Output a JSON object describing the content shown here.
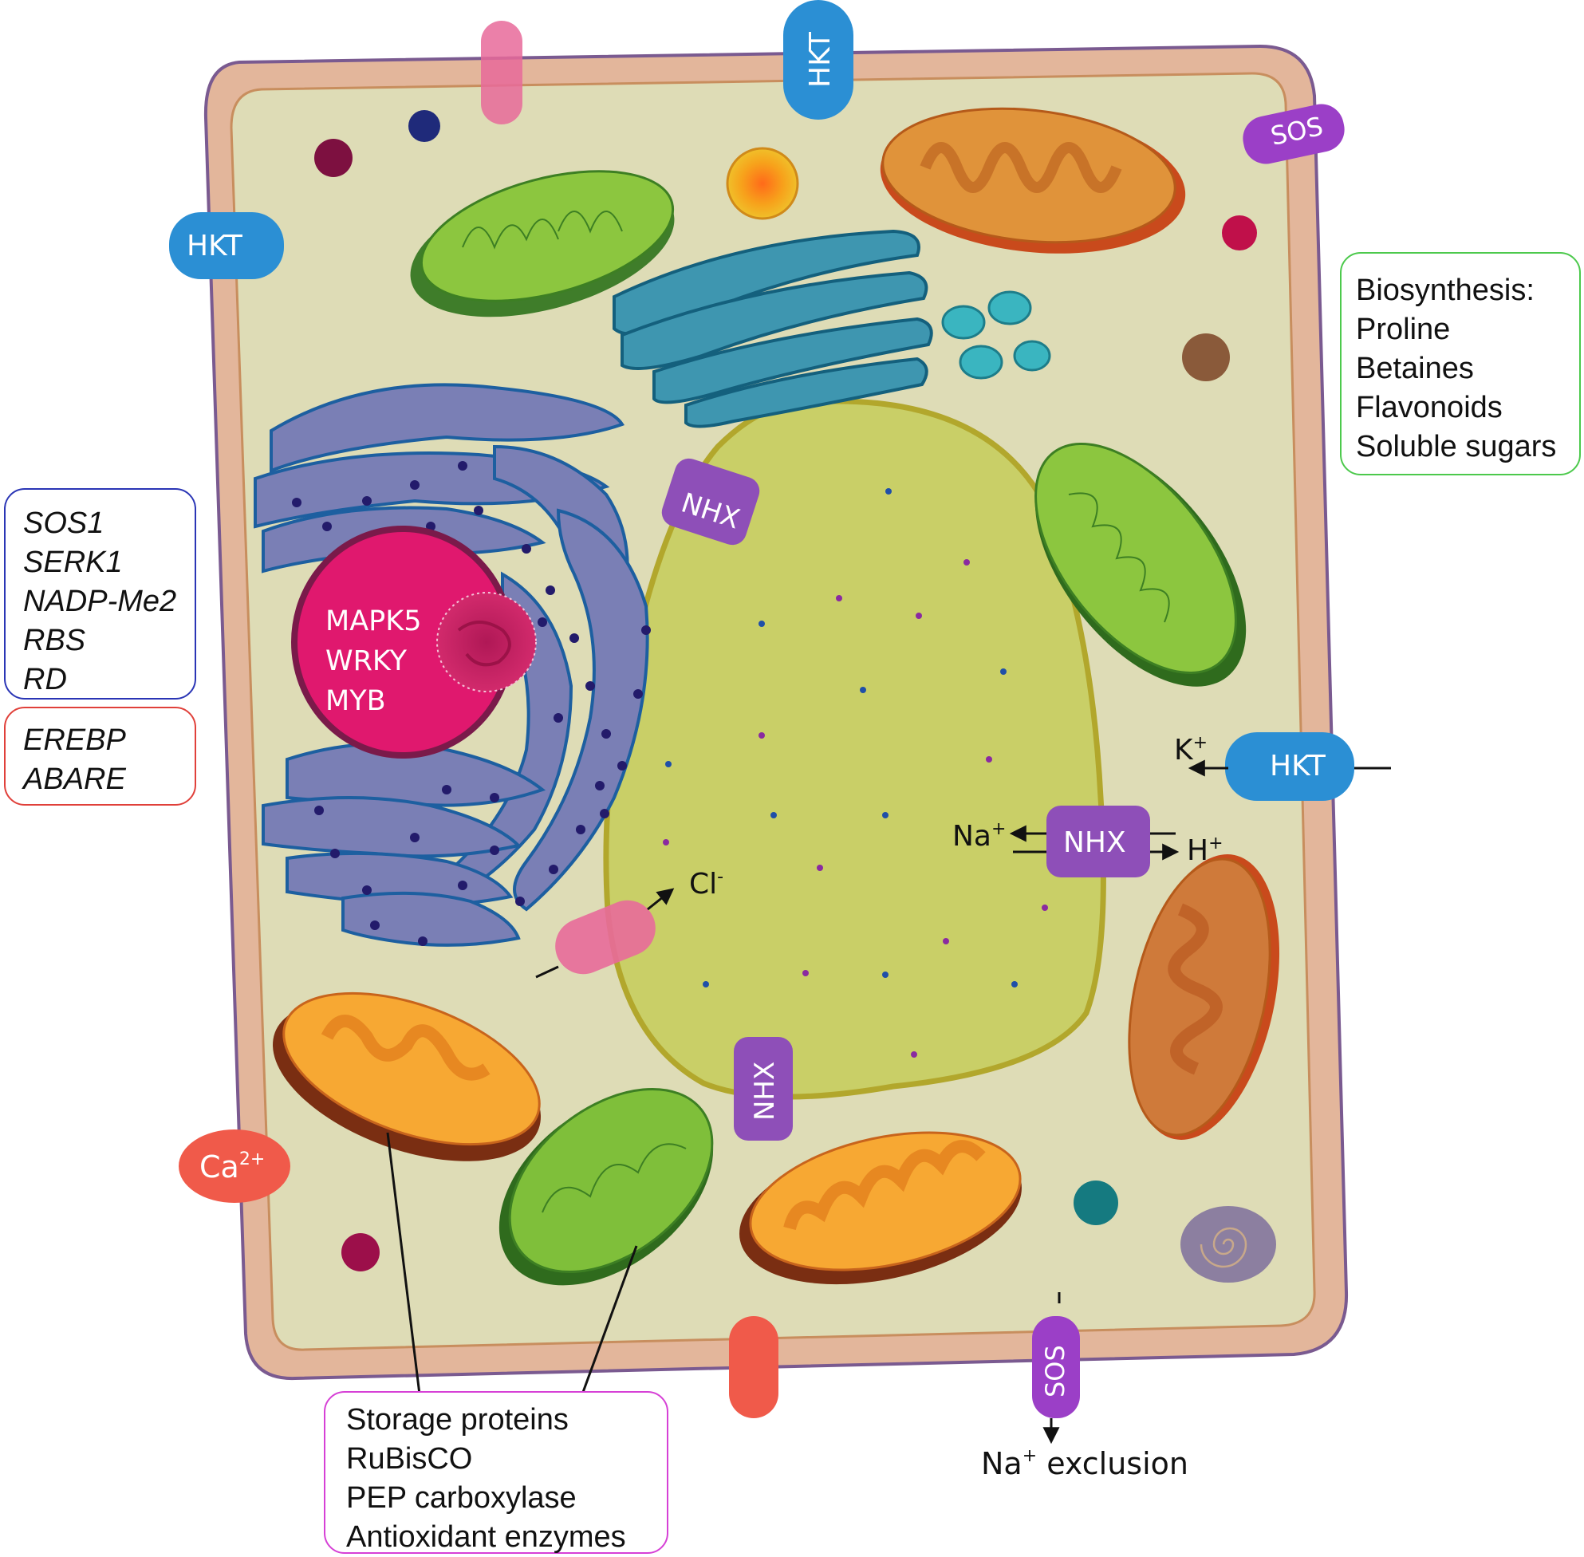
{
  "colors": {
    "cell_wall": "#e3b69b",
    "cytoplasm": "#dedcb6",
    "vacuole": "#c9cf67",
    "nucleus": "#e0186e",
    "er": "#7a7fb5",
    "golgi": "#3e96b0",
    "chloroplast": "#8cc63f",
    "mitochondrion": "#f7a833",
    "hkt": "#2b8fd4",
    "nhx": "#8e4fb8",
    "sos": "#9b3fc7",
    "ca_channel": "#f05a4a",
    "cl_channel": "#e86a9a"
  },
  "boxes": {
    "gene_list_blue": {
      "border_color": "#2a35b5",
      "items": [
        "SOS1",
        "SERK1",
        "NADP-Me2",
        "RBS",
        "RD"
      ]
    },
    "gene_list_red": {
      "border_color": "#e0403a",
      "items": [
        "EREBP",
        "ABARE"
      ]
    },
    "biosynthesis": {
      "border_color": "#4cc94c",
      "items": [
        "Biosynthesis:",
        "Proline",
        "Betaines",
        "Flavonoids",
        "Soluble sugars"
      ]
    },
    "proteins": {
      "border_color": "#d640d6",
      "items": [
        "Storage proteins",
        "RuBisCO",
        "PEP carboxylase",
        "Antioxidant enzymes"
      ]
    }
  },
  "nucleus_labels": [
    "MAPK5",
    "WRKY",
    "MYB"
  ],
  "transporters": {
    "hkt_top": "HKT",
    "hkt_left": "HKT",
    "hkt_right": "HKT",
    "sos_top": "SOS",
    "sos_bottom": "SOS",
    "nhx_upper": "NHX",
    "nhx_center": "NHX",
    "nhx_lower": "NHX",
    "ca_channel": {
      "base": "Ca",
      "sup": "2+"
    }
  },
  "ions": {
    "k": {
      "base": "K",
      "sup": "+"
    },
    "na_center": {
      "base": "Na",
      "sup": "+"
    },
    "h": {
      "base": "H",
      "sup": "+"
    },
    "cl": {
      "base": "Cl",
      "sup": "-"
    },
    "na_exclusion": {
      "base": "Na",
      "sup": "+",
      "suffix": " exclusion"
    }
  }
}
